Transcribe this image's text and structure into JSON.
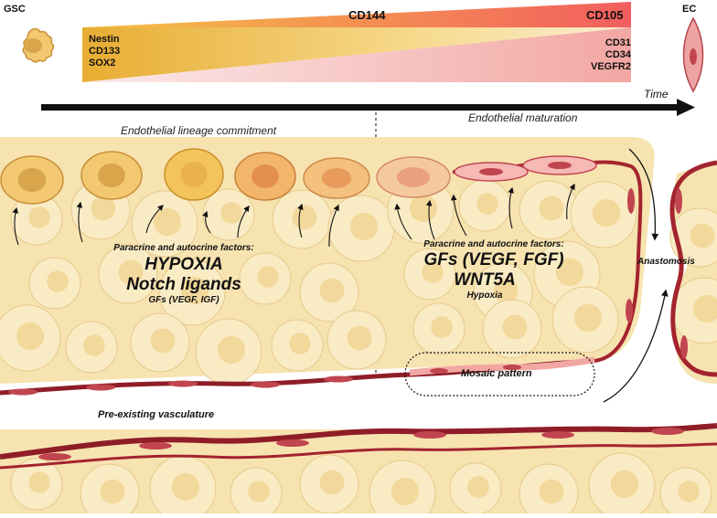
{
  "colors": {
    "gsc_fill": "#f2c870",
    "gsc_nucleus": "#d9a54a",
    "ec_fill": "#e9959a",
    "ec_nucleus": "#c0454f",
    "vessel": "#a3242e",
    "tissue": "#f7e3b0",
    "arrow": "#111111",
    "gradient_start": "#f1b73a",
    "gradient_end": "#f05a5a"
  },
  "header": {
    "gsc_label": "GSC",
    "ec_label": "EC",
    "cd144_label": "CD144",
    "cd105_label": "CD105",
    "time_label": "Time",
    "gsc_markers": [
      "Nestin",
      "CD133",
      "SOX2"
    ],
    "ec_markers": [
      "CD31",
      "CD34",
      "VEGFR2"
    ]
  },
  "phases": {
    "commitment": "Endothelial lineage commitment",
    "maturation": "Endothelial maturation"
  },
  "left_factors": {
    "heading": "Paracrine and autocrine factors:",
    "line1": "HYPOXIA",
    "line2": "Notch ligands",
    "line3": "GFs (VEGF, IGF)"
  },
  "right_factors": {
    "heading": "Paracrine and autocrine factors:",
    "line1": "GFs (VEGF, FGF)",
    "line2": "WNT5A",
    "line3": "Hypoxia"
  },
  "labels": {
    "anastomosis": "Anastomosis",
    "mosaic": "Mosaic pattern",
    "preexisting": "Pre-existing vasculature"
  }
}
